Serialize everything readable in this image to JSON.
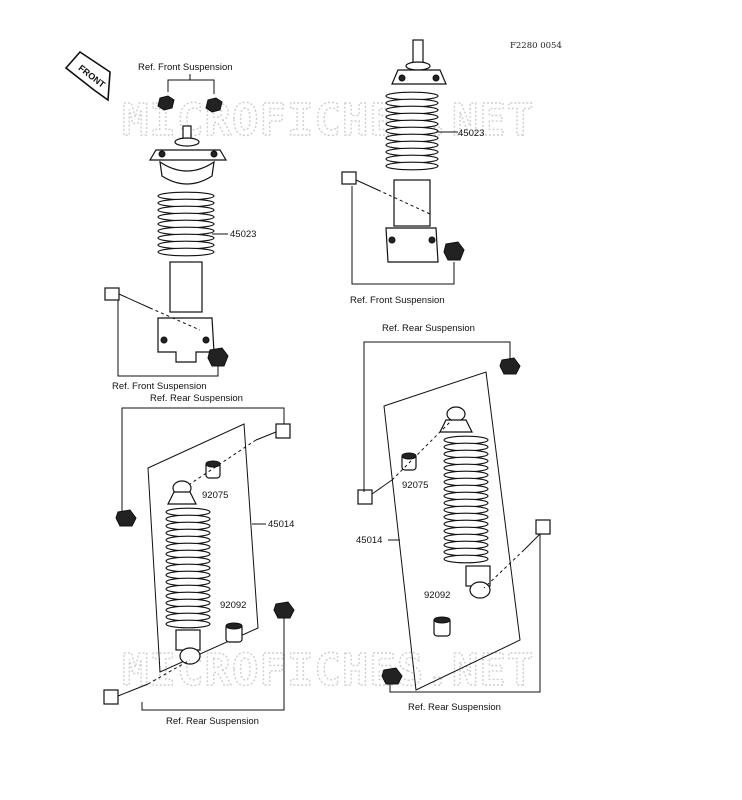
{
  "figure_code": "F2280 0054",
  "front_badge": "FRONT",
  "watermark": "MICROFICHES.NET",
  "labels": {
    "ref_front_suspension": "Ref. Front Suspension",
    "ref_rear_suspension": "Ref. Rear Suspension"
  },
  "part_numbers": {
    "front_shock": "45023",
    "rear_shock": "45014",
    "upper_bushing": "92075",
    "lower_bushing": "92092"
  }
}
